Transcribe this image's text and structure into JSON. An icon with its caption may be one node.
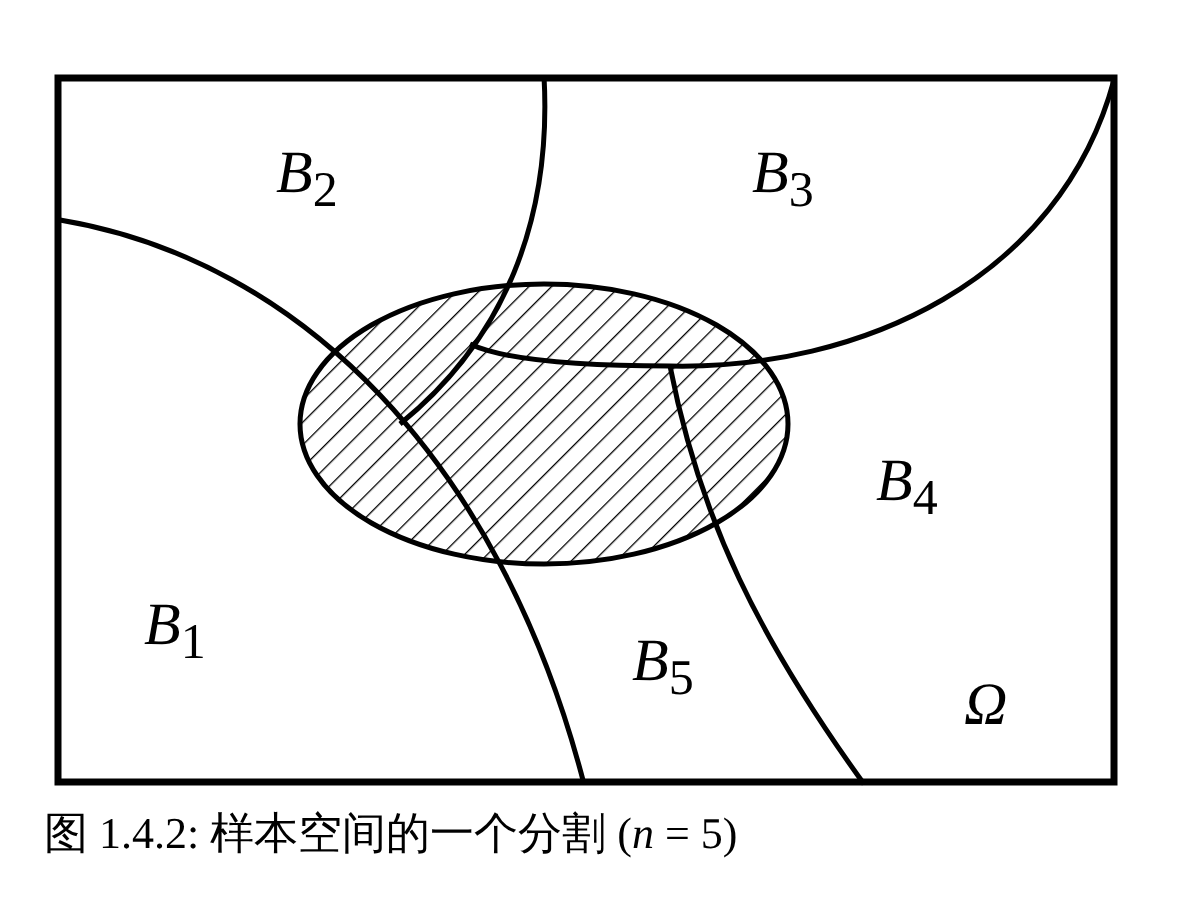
{
  "diagram": {
    "caption": "图 1.4.2: 样本空间的一个分割 (*n* = 5)",
    "labels": [
      "*B*$_{2}$",
      "*B*$_{3}$",
      "*B*$_{4}$",
      "*B*$_{1}$",
      "*B*$_{5}$",
      "*Ω*"
    ]
  }
}
